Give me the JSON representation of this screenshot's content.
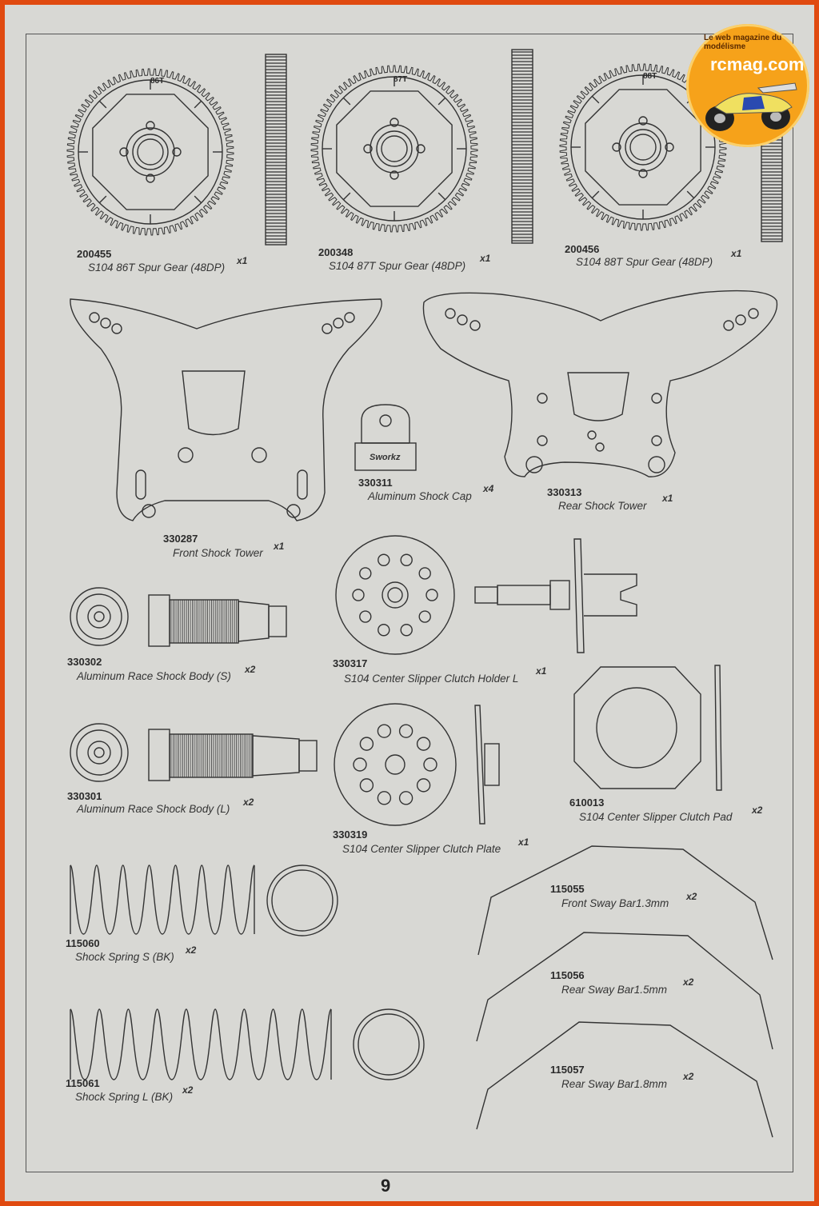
{
  "page_number": "9",
  "logo": {
    "brand": "rcmag.com",
    "tagline": "Le web magazine du modélisme"
  },
  "gears": [
    {
      "teeth_label": "86T",
      "part_no": "200455",
      "desc": "S104 86T Spur Gear (48DP)",
      "qty": "x1"
    },
    {
      "teeth_label": "87T",
      "part_no": "200348",
      "desc": "S104 87T Spur Gear (48DP)",
      "qty": "x1"
    },
    {
      "teeth_label": "88T",
      "part_no": "200456",
      "desc": "S104 88T Spur Gear (48DP)",
      "qty": "x1"
    }
  ],
  "parts": {
    "front_tower": {
      "part_no": "330287",
      "desc": "Front Shock Tower",
      "qty": "x1"
    },
    "shock_cap": {
      "part_no": "330311",
      "desc": "Aluminum Shock Cap",
      "qty": "x4",
      "logo": "Sworkz"
    },
    "rear_tower": {
      "part_no": "330313",
      "desc": "Rear Shock Tower",
      "qty": "x1"
    },
    "body_s": {
      "part_no": "330302",
      "desc": "Aluminum Race Shock Body (S)",
      "qty": "x2"
    },
    "clutch_holder": {
      "part_no": "330317",
      "desc": "S104 Center Slipper Clutch Holder L",
      "qty": "x1"
    },
    "body_l": {
      "part_no": "330301",
      "desc": "Aluminum Race Shock Body (L)",
      "qty": "x2"
    },
    "clutch_plate": {
      "part_no": "330319",
      "desc": "S104 Center Slipper Clutch Plate",
      "qty": "x1"
    },
    "clutch_pad": {
      "part_no": "610013",
      "desc": "S104 Center Slipper Clutch Pad",
      "qty": "x2"
    },
    "spring_s": {
      "part_no": "115060",
      "desc": "Shock Spring S (BK)",
      "qty": "x2"
    },
    "spring_l": {
      "part_no": "115061",
      "desc": "Shock Spring L (BK)",
      "qty": "x2"
    },
    "sway_front": {
      "part_no": "115055",
      "desc": "Front Sway Bar1.3mm",
      "qty": "x2"
    },
    "sway_rear15": {
      "part_no": "115056",
      "desc": "Rear Sway Bar1.5mm",
      "qty": "x2"
    },
    "sway_rear18": {
      "part_no": "115057",
      "desc": "Rear Sway Bar1.8mm",
      "qty": "x2"
    }
  }
}
